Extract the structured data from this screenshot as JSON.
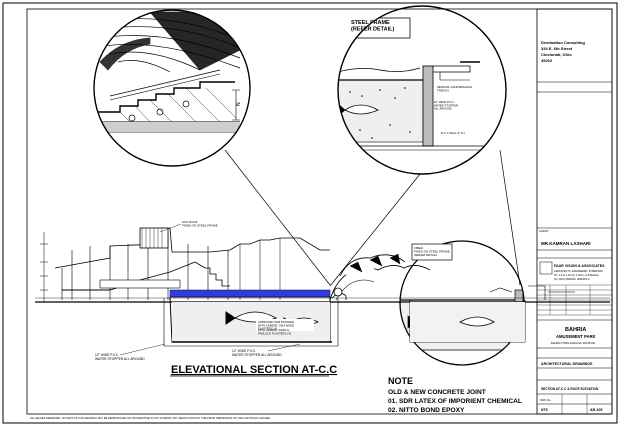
{
  "drawing": {
    "main_title": "ELEVATIONAL SECTION AT-C.C",
    "note": {
      "heading": "NOTE",
      "lines": [
        "OLD & NEW CONCRETE JOINT",
        "01. SDR LATEX OF IMPORIENT CHEMICAL",
        "02. NITTO BOND EPOXY"
      ]
    },
    "copyright": "ALL IMAGES RESERVED. NO PART OF THIS DRAWING MAY BE REPRODUCED OR TRANSMITTED IN ANY FORM BY ANY MEANS WITHOUT THE PRIOR PERMISSION OF THE COPYRIGHT HOLDER."
  },
  "annotations": {
    "acp_roof": "ACP ROOF\nFIXED ON STEEL FRAME",
    "fiber_frame": "FIBER\nFIXED ON STEEL FRAME\n(REFER DETAIL)",
    "steel_frame_top": "STEEL FRAME\n(REFER DETAIL)",
    "service_trench": "SERVICE / MAINTENANCE\nTRENCH",
    "pvc_stopper_detail": "12\" WIDE P.V.C.\nWATER STOPPER\nALL AROUND",
    "rcc_wall": "R.C.C WALL 9\" TH",
    "approved_waterproof": "APPROVED SUB FINISHED\nWITH CEMENT, SIKA BOND\nPLASTER [1:4]",
    "cement_sand": "WITH CEMENT SAND &\nPADLOCK PLASTER [1:4]",
    "pvc_left_1": "12\" WIDE P.V.C.",
    "pvc_left_2": "WATER STOPPER ALL AROUND",
    "pvc_mid_1": "12\" WIDE P.V.C.",
    "pvc_mid_2": "WATER STOPPER ALL AROUND",
    "dim_n": "N"
  },
  "title_block": {
    "consultant": {
      "name": "Destination Consulting",
      "address1": "334 E. 6th Street",
      "address2": "Cincinnati, Ohio",
      "zip": "45202"
    },
    "client_label": "CLIENT",
    "client_name": "MR.KAMRAN LASHARI",
    "architect": {
      "name": "FAAR VISION & ASSOCIATES",
      "line1": "ARCHITECTS, ENGINEERS, INTERIORS",
      "line2": "Ph. 1-9 & 1-19 (C) 1 Floor, G-8 Markaz",
      "line3": "Tel: (051) 2852000, 2852001-4"
    },
    "project": {
      "name": "BAHRIA",
      "subtitle": "AMUSEMENT PARK",
      "location": "BAHRIA TOWN KARACHI, PAKISTAN"
    },
    "discipline": "ARCHITECTURAL DRAWINGS",
    "drawing_title": "SECTION AT-C.C & ROOF ELEVATION",
    "drawing_no_label": "DWG No.",
    "drawing_no": "AR-105",
    "scale": "NTS"
  }
}
